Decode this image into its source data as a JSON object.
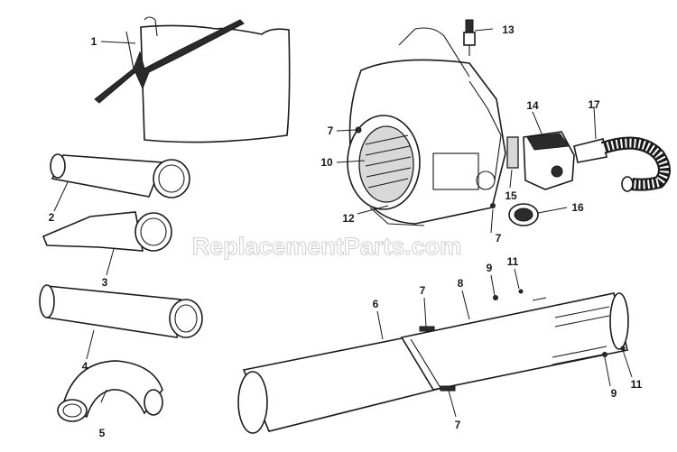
{
  "watermark": "ReplacementParts.com",
  "callouts": {
    "c1": "1",
    "c2": "2",
    "c3": "3",
    "c4": "4",
    "c5": "5",
    "c6": "6",
    "c7a": "7",
    "c7b": "7",
    "c7c": "7",
    "c7d": "7",
    "c8": "8",
    "c9a": "9",
    "c9b": "9",
    "c10": "10",
    "c11a": "11",
    "c11b": "11",
    "c12": "12",
    "c13": "13",
    "c14": "14",
    "c15": "15",
    "c16": "16",
    "c17": "17"
  },
  "colors": {
    "line": "#1a1a1a",
    "background": "#ffffff",
    "watermark_outline": "#c9c9c9"
  }
}
